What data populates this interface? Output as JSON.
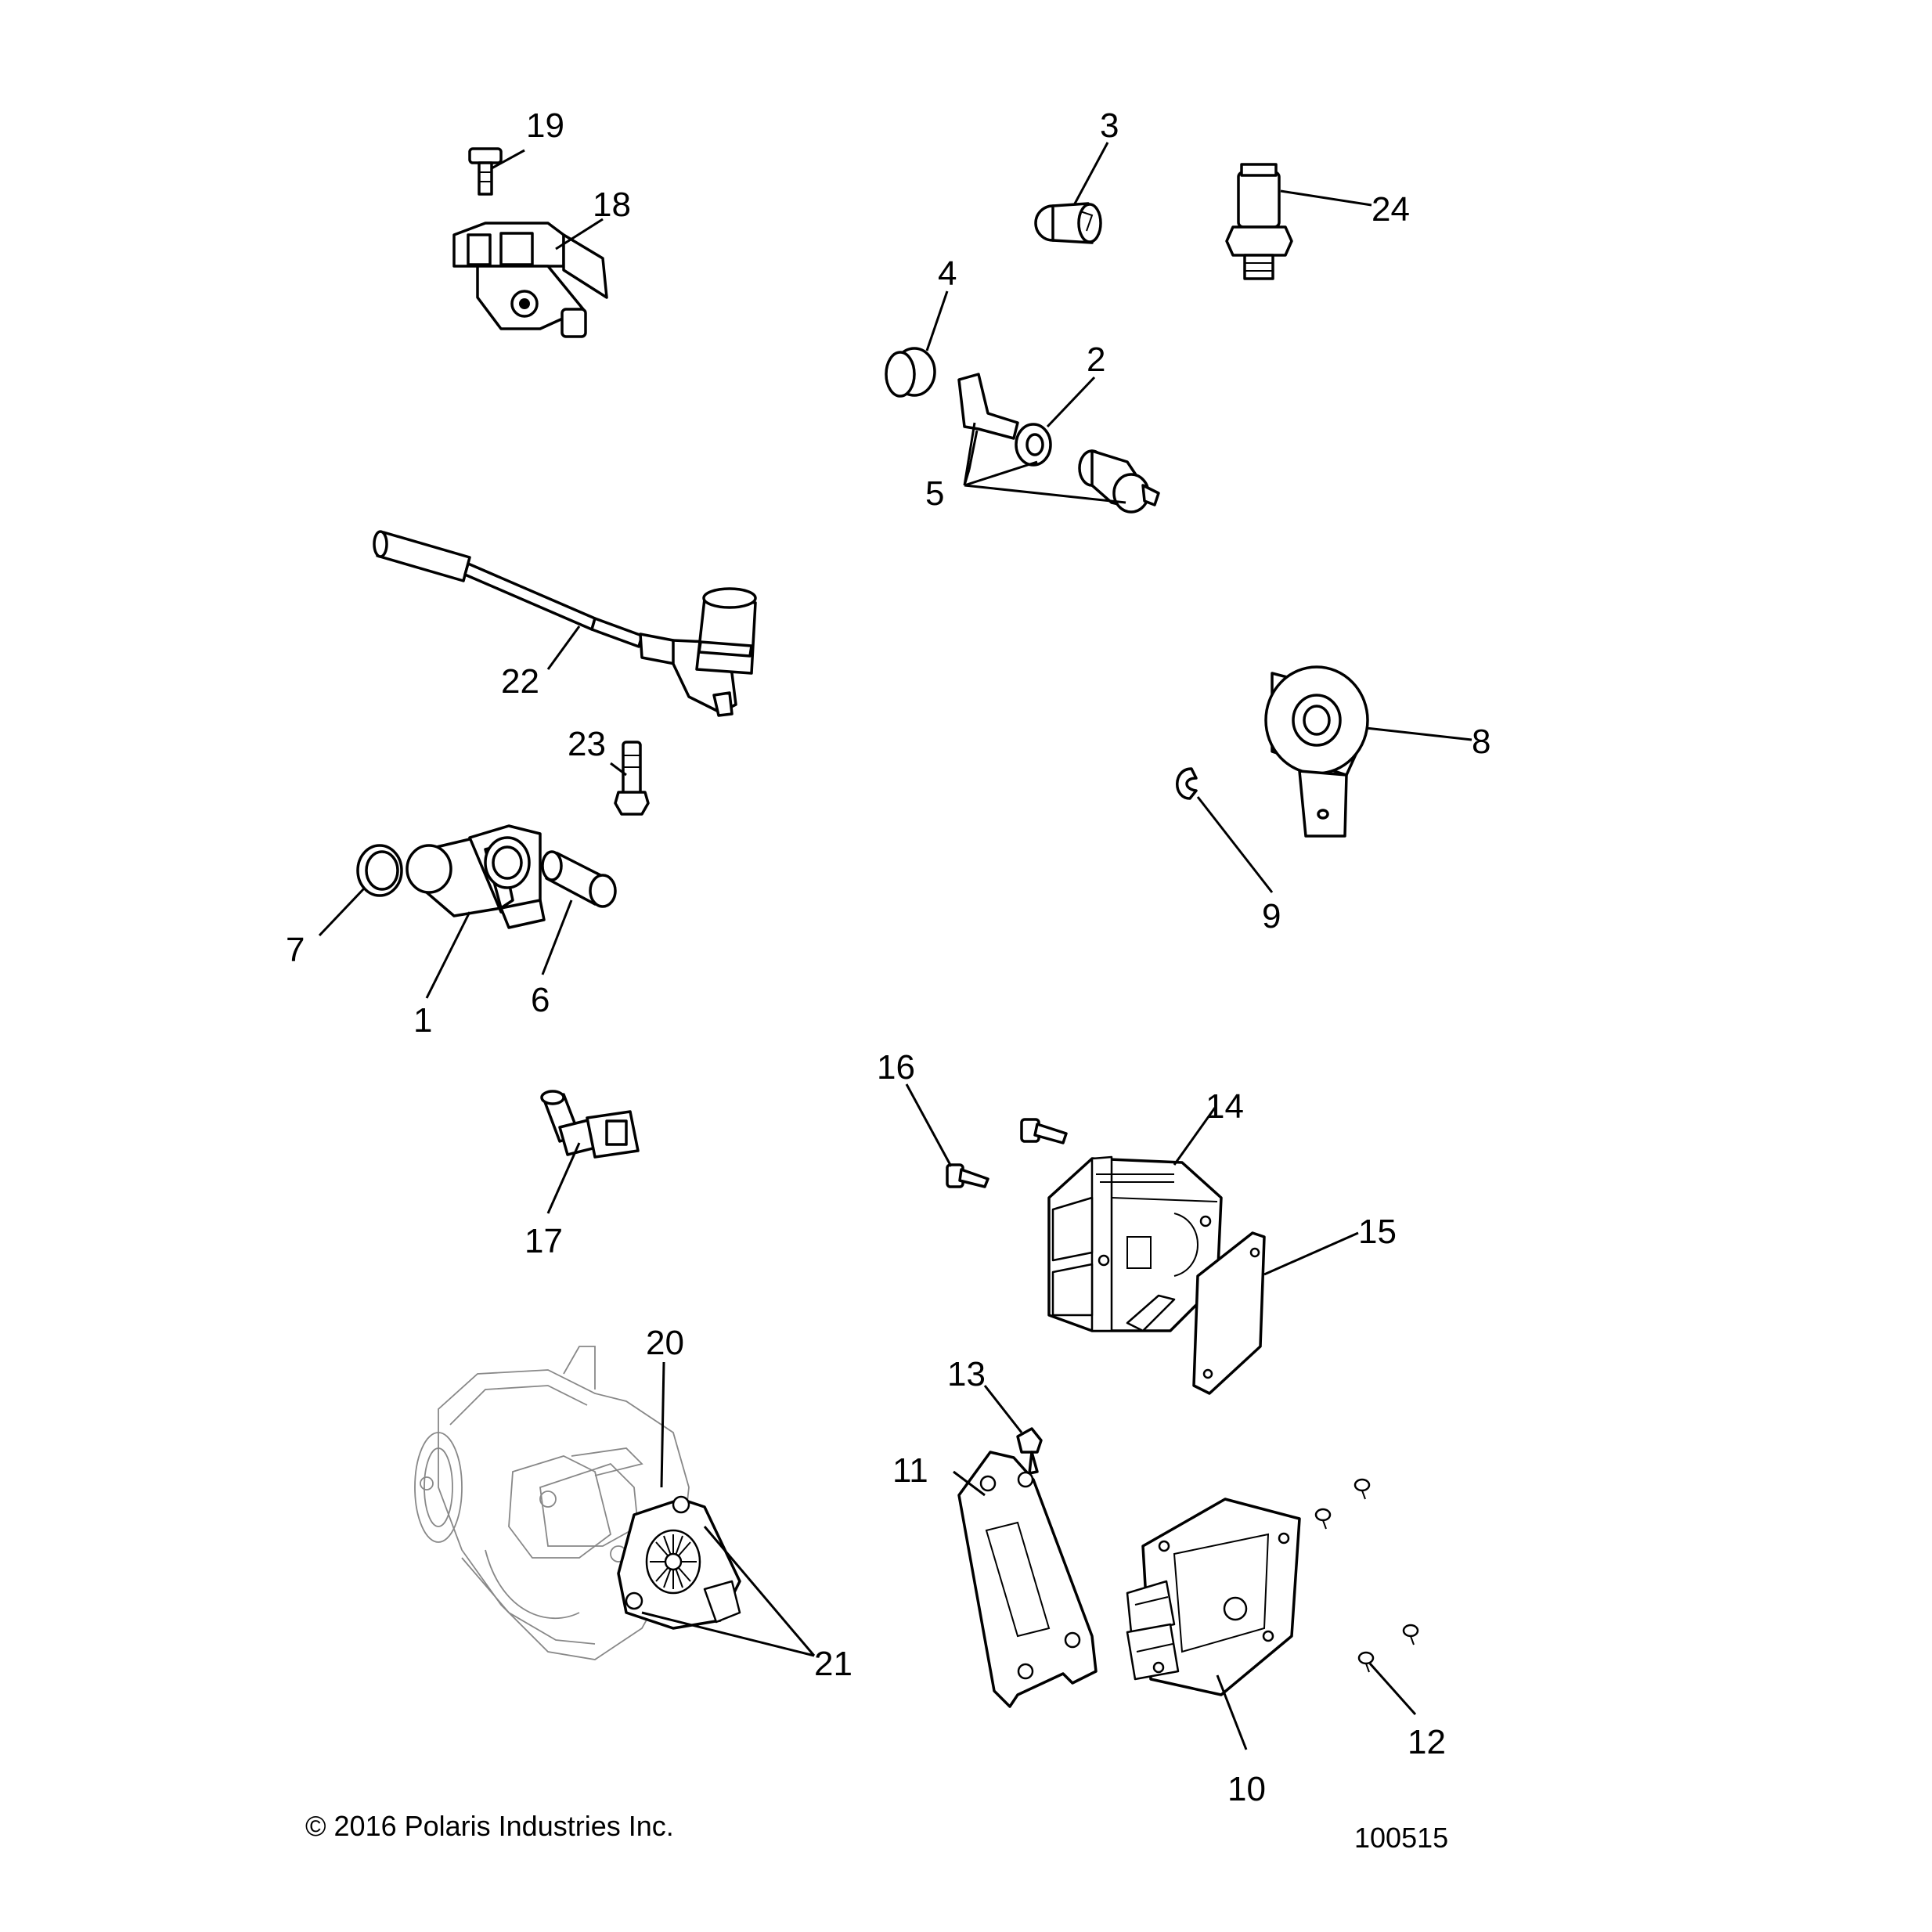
{
  "callouts": [
    {
      "label": "1"
    },
    {
      "label": "2"
    },
    {
      "label": "3"
    },
    {
      "label": "4"
    },
    {
      "label": "5"
    },
    {
      "label": "6"
    },
    {
      "label": "7"
    },
    {
      "label": "8"
    },
    {
      "label": "9"
    },
    {
      "label": "10"
    },
    {
      "label": "11"
    },
    {
      "label": "12"
    },
    {
      "label": "13"
    },
    {
      "label": "14"
    },
    {
      "label": "15"
    },
    {
      "label": "16"
    },
    {
      "label": "17"
    },
    {
      "label": "18"
    },
    {
      "label": "19"
    },
    {
      "label": "20"
    },
    {
      "label": "21"
    },
    {
      "label": "22"
    },
    {
      "label": "23"
    },
    {
      "label": "24"
    }
  ],
  "footer": {
    "copyright": "© 2016 Polaris Industries Inc.",
    "drawing_number": "100515"
  }
}
